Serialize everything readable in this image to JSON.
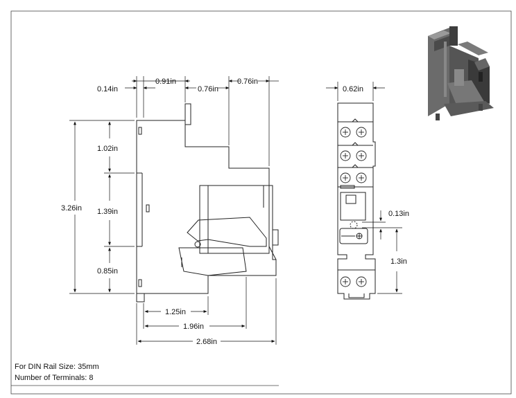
{
  "dimensions": {
    "side_top_0_14": "0.14in",
    "side_top_0_91": "0.91in",
    "side_top_0_76a": "0.76in",
    "side_top_0_76b": "0.76in",
    "side_left_3_26": "3.26in",
    "side_left_1_02": "1.02in",
    "side_left_1_39": "1.39in",
    "side_left_0_85": "0.85in",
    "side_bottom_1_25": "1.25in",
    "side_bottom_1_96": "1.96in",
    "side_bottom_2_68": "2.68in",
    "front_top_0_62": "0.62in",
    "front_right_0_13": "0.13in",
    "front_right_1_3": "1.3in"
  },
  "notes": {
    "din_rail": "For DIN Rail Size: 35mm",
    "terminals": "Number of Terminals: 8"
  }
}
